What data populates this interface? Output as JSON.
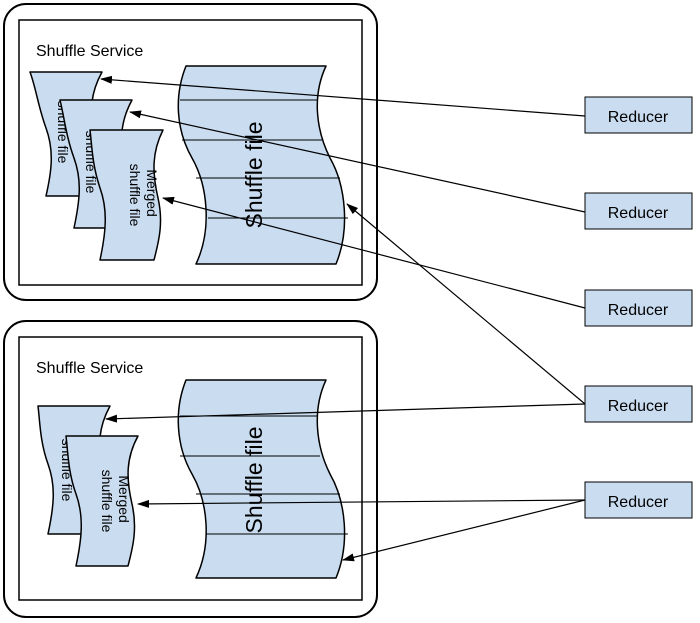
{
  "services": [
    {
      "label": "Shuffle Service",
      "small_files": [
        "shuffle file",
        "shuffle file",
        "Merged shuffle file"
      ],
      "big_file": "Shuffle file"
    },
    {
      "label": "Shuffle Service",
      "small_files": [
        "shuffle file",
        "Merged shuffle file"
      ],
      "big_file": "Shuffle  file"
    }
  ],
  "reducers": [
    "Reducer",
    "Reducer",
    "Reducer",
    "Reducer",
    "Reducer"
  ],
  "colors": {
    "file_fill": "#c9dcf0",
    "stroke": "#000000",
    "background": "#ffffff"
  }
}
